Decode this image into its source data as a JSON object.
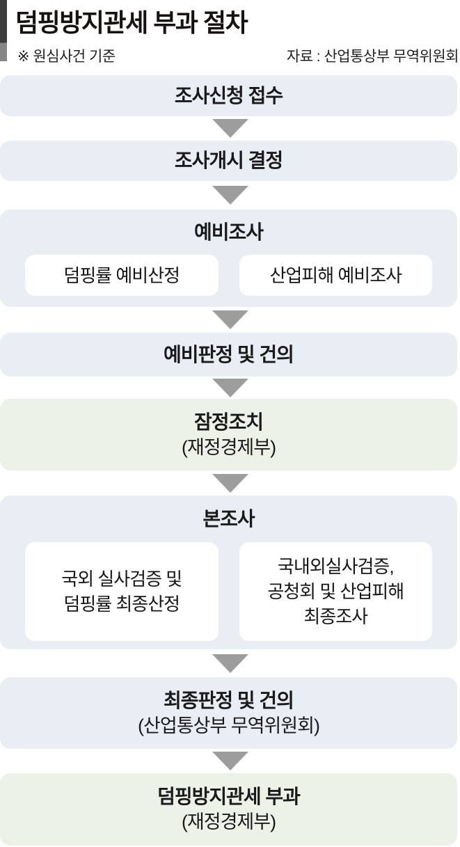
{
  "header": {
    "title": "덤핑방지관세 부과 절차",
    "note": "※ 원심사건 기준",
    "source": "자료 : 산업통상부 무역위원회"
  },
  "colors": {
    "box_blue": "#e9eef5",
    "box_green": "#edf2e9",
    "sub_box": "#ffffff",
    "arrow": "#9d9d9d",
    "text": "#1a1a1a"
  },
  "steps": [
    {
      "label": "조사신청 접수",
      "variant": "blue"
    },
    {
      "label": "조사개시 결정",
      "variant": "blue"
    },
    {
      "label": "예비조사",
      "variant": "blue",
      "sub_items": [
        "덤핑률 예비산정",
        "산업피해 예비조사"
      ]
    },
    {
      "label": "예비판정 및 건의",
      "variant": "blue"
    },
    {
      "label": "잠정조치",
      "sublabel": "(재정경제부)",
      "variant": "green"
    },
    {
      "label": "본조사",
      "variant": "blue",
      "sub_items": [
        "국외 실사검증 및\n덤핑률 최종산정",
        "국내외실사검증,\n공청회 및 산업피해\n최종조사"
      ]
    },
    {
      "label": "최종판정 및 건의",
      "sublabel": "(산업통상부 무역위원회)",
      "variant": "blue"
    },
    {
      "label": "덤핑방지관세 부과",
      "sublabel": "(재정경제부)",
      "variant": "green"
    }
  ]
}
